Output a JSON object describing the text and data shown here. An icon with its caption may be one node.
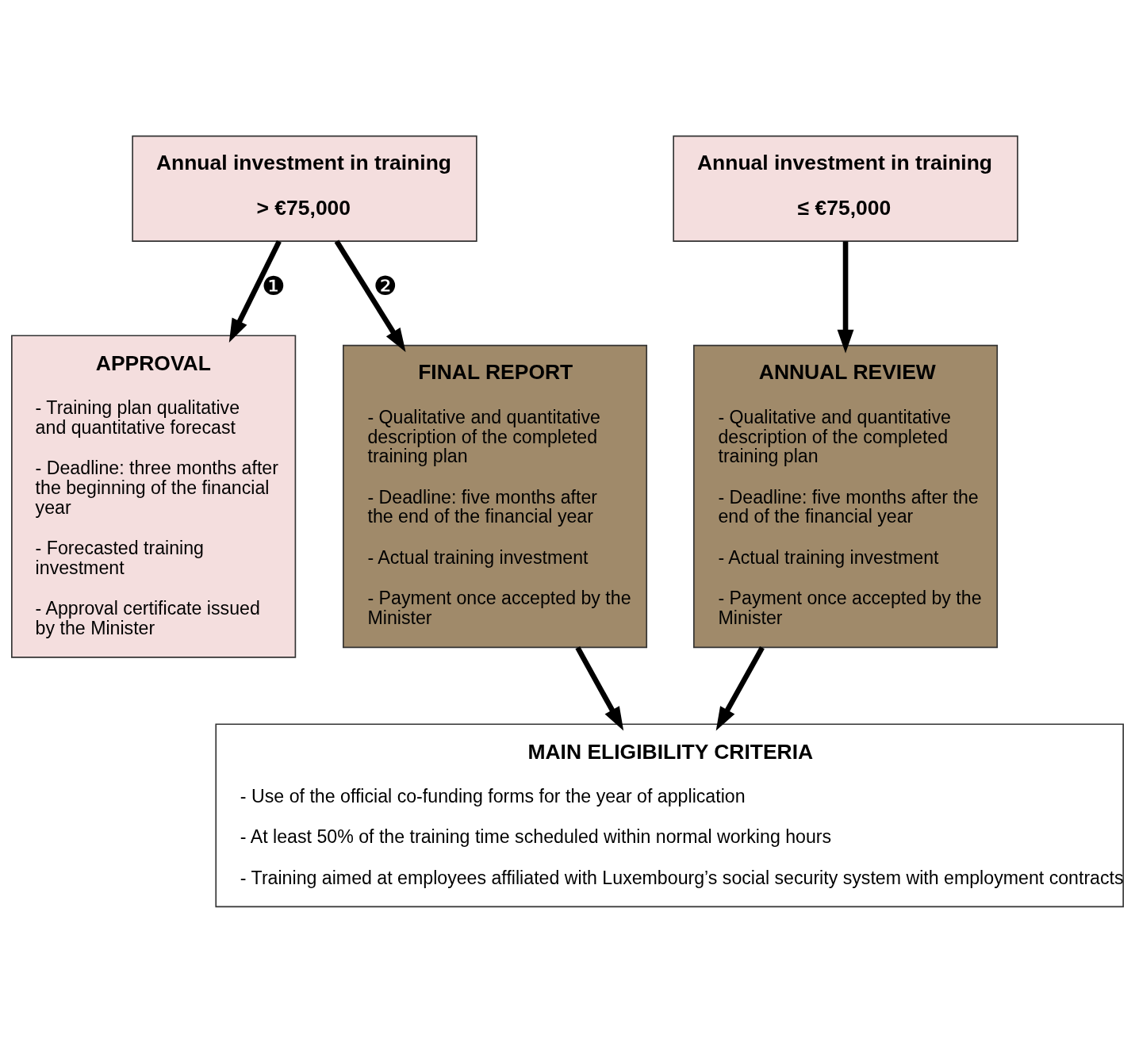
{
  "diagram": {
    "nodes": [
      {
        "text": [
          "Annual investment in training",
          "> €75,000"
        ]
      },
      {
        "text": [
          "Annual investment in training",
          "≤ €75,000"
        ]
      },
      {
        "text": [
          "APPROVAL",
          "- Training plan qualitative and quantitative forecast",
          "- Deadline: three months after the beginning of the financial year",
          "- Forecasted training investment",
          "- Approval certificate issued by the Minister"
        ]
      },
      {
        "text": [
          "FINAL REPORT",
          "- Qualitative and quantitative description of the completed training plan",
          "- Deadline: five months after the end of the financial year",
          "- Actual training investment",
          "- Payment once accepted by the Minister"
        ]
      },
      {
        "text": [
          "ANNUAL REVIEW",
          "- Qualitative and quantitative description of the completed training plan",
          "- Deadline: five months after the end of the financial year",
          "- Actual training investment",
          "- Payment once accepted by the Minister"
        ]
      },
      {
        "text": [
          "MAIN ELIGIBILITY CRITERIA",
          "- Use of the official co-funding forms for the year of application",
          "- At least 50% of the training time scheduled within normal working hours",
          "- Training aimed at employees affiliated with Luxembourg’s social security system with employment contracts"
        ]
      }
    ],
    "edges": [
      {
        "from": 0,
        "to": 2,
        "arrow": "to",
        "label": "❶"
      },
      {
        "from": 0,
        "to": 3,
        "arrow": "to",
        "label": "❷"
      },
      {
        "from": 1,
        "to": 4,
        "arrow": "to"
      },
      {
        "from": 3,
        "to": 5,
        "arrow": "to"
      },
      {
        "from": 4,
        "to": 5,
        "arrow": "to"
      }
    ]
  }
}
